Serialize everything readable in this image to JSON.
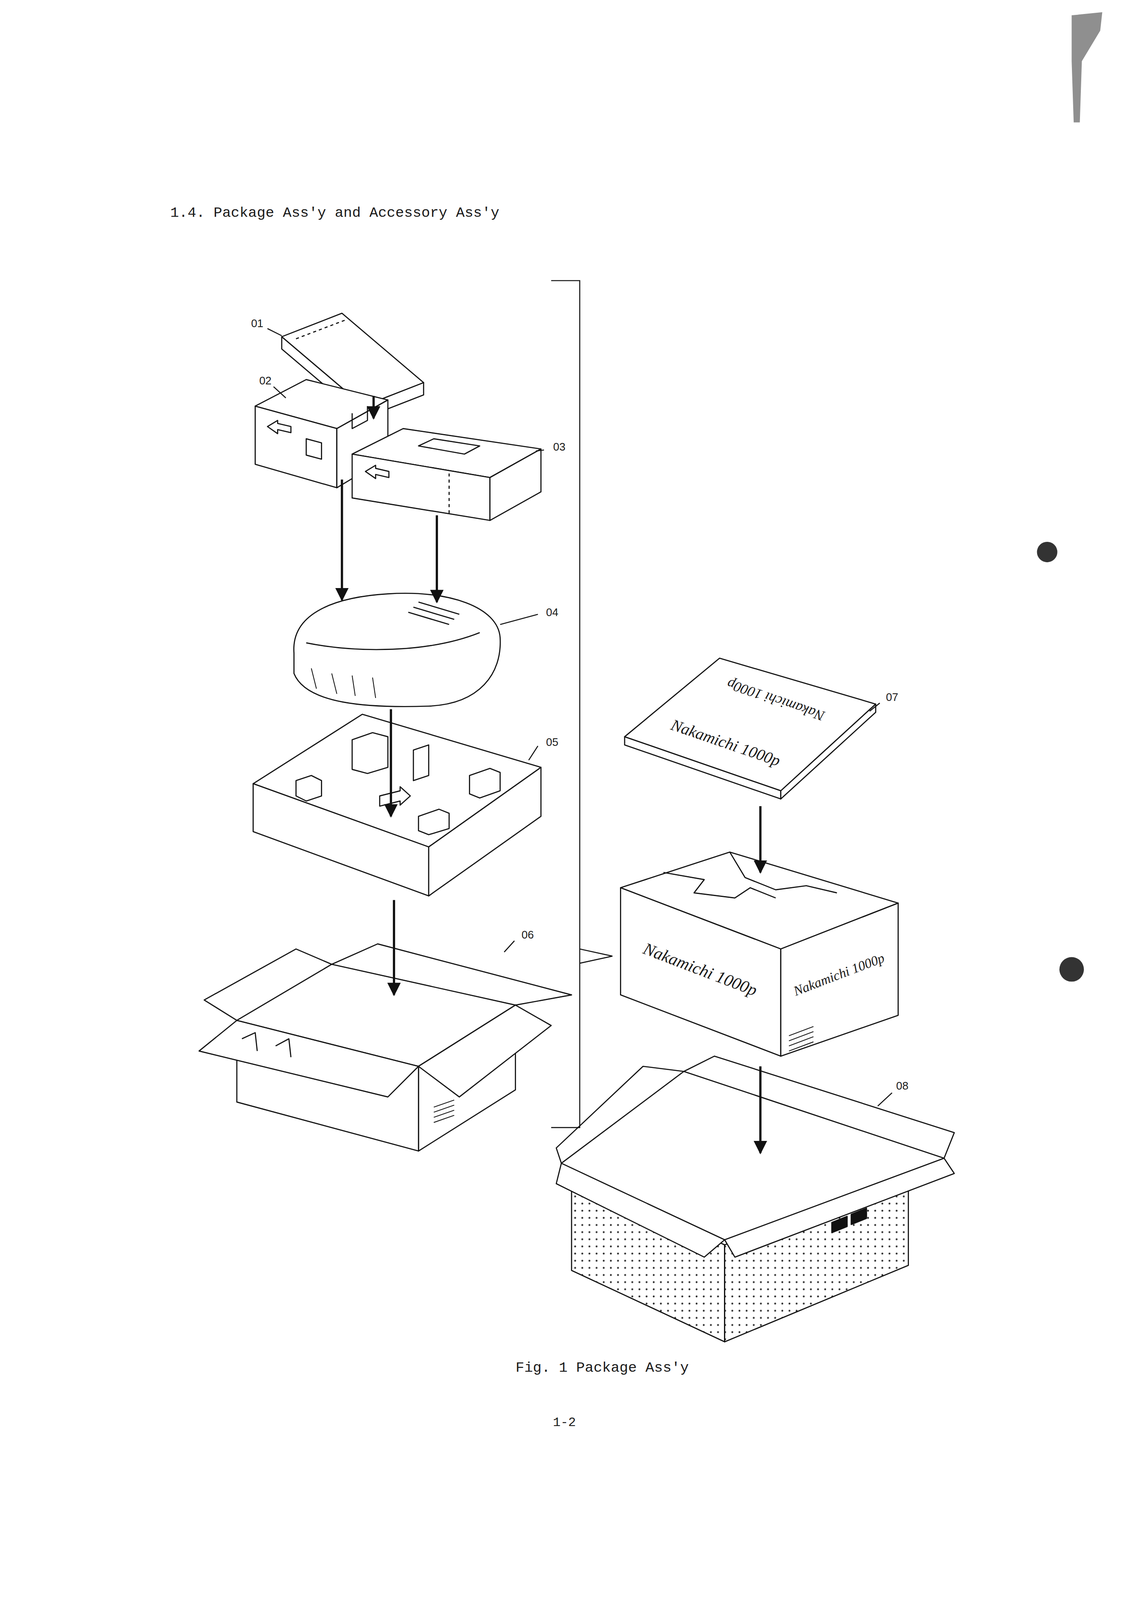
{
  "diagram": {
    "title": "1.4. Package Ass'y and Accessory Ass'y",
    "caption": "Fig. 1 Package Ass'y",
    "labels": [
      "01",
      "02",
      "03",
      "04",
      "05",
      "06",
      "07",
      "08",
      "Nakamichi 1000p",
      "Nakamichi 1000p",
      "Nakamichi 1000p",
      "Nakamichi 1000p",
      "1-2"
    ]
  }
}
